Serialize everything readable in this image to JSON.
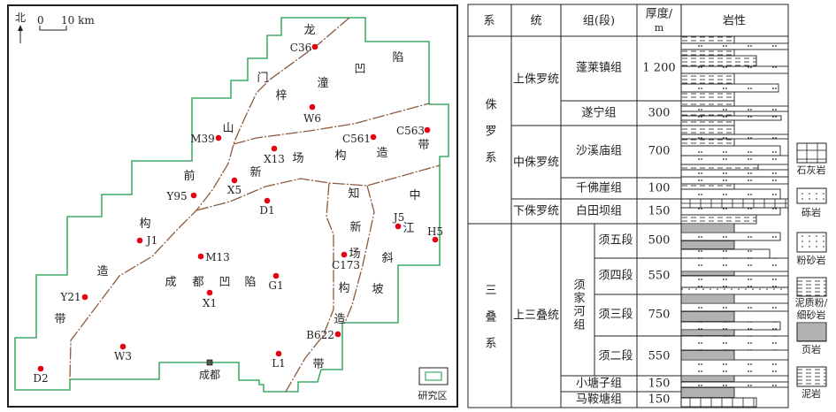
{
  "map": {
    "north_label": "北",
    "scale": {
      "zero": "0",
      "end": "10 km"
    },
    "city_label": "成都",
    "inset_label": "研究区",
    "colors": {
      "boundary": "#1a9a4a",
      "fault": "#8b5a3c",
      "well": "#e60012"
    },
    "wells": [
      "C36",
      "W6",
      "M39",
      "C561",
      "C563",
      "X13",
      "X5",
      "Y95",
      "D1",
      "J1",
      "M13",
      "G1",
      "X1",
      "Y21",
      "W3",
      "D2",
      "L1",
      "B622",
      "C173",
      "J5",
      "H5"
    ],
    "regions": {
      "longmen": [
        "龙",
        "门",
        "山",
        "前",
        "构",
        "造",
        "带"
      ],
      "zitong": [
        "梓",
        "潼",
        "凹",
        "陷"
      ],
      "xinchang": [
        "新",
        "场",
        "构",
        "造",
        "带"
      ],
      "zhixin": [
        "知",
        "新",
        "场",
        "构",
        "造",
        "带"
      ],
      "zhongjiang": [
        "中",
        "江",
        "斜",
        "坡"
      ],
      "chengdu": [
        "成",
        "都",
        "凹",
        "陷"
      ]
    }
  },
  "table": {
    "headers": [
      "系",
      "统",
      "组(段)",
      "厚度/",
      "m",
      "岩性"
    ],
    "systems": [
      "侏罗系",
      "三叠系"
    ],
    "series": [
      "上侏罗统",
      "中侏罗统",
      "下侏罗统",
      "上三叠统"
    ],
    "xujiahe": "须家河组",
    "rows": [
      {
        "name": "蓬莱镇组",
        "thickness": "1 200"
      },
      {
        "name": "遂宁组",
        "thickness": "300"
      },
      {
        "name": "沙溪庙组",
        "thickness": "700"
      },
      {
        "name": "千佛崖组",
        "thickness": "100"
      },
      {
        "name": "白田坝组",
        "thickness": "150"
      },
      {
        "name": "须五段",
        "thickness": "500"
      },
      {
        "name": "须四段",
        "thickness": "550"
      },
      {
        "name": "须三段",
        "thickness": "750"
      },
      {
        "name": "须二段",
        "thickness": "550"
      },
      {
        "name": "小塘子组",
        "thickness": "150"
      },
      {
        "name": "马鞍塘组",
        "thickness": "150"
      }
    ]
  },
  "legend": {
    "items": [
      "石灰岩",
      "砾岩",
      "粉砂岩",
      "泥质粉/",
      "细砂岩",
      "页岩",
      "泥岩"
    ]
  }
}
